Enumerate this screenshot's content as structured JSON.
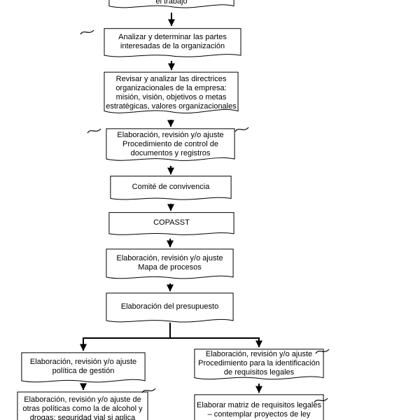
{
  "diagram": {
    "type": "flowchart",
    "stroke_color": "#000000",
    "fill_color": "#ffffff",
    "text_color": "#000000"
  },
  "nodes": {
    "trabajo": {
      "label": "el trabajo",
      "shape": "document"
    },
    "partes": {
      "label": "Analizar y determinar las partes\ninteresadas de la organización",
      "shape": "document"
    },
    "directrices": {
      "label": "Revisar y analizar las directrices\norganizacionales de la empresa:\nmisión, visión, objetivos o metas\nestratégicas, valores organizacionales",
      "shape": "document"
    },
    "control_documentos": {
      "label": "Elaboración, revisión y/o ajuste\nProcedimiento de control de\ndocumentos y registros",
      "shape": "document"
    },
    "comite": {
      "label": "Comité de convivencia",
      "shape": "document"
    },
    "copasst": {
      "label": "COPASST",
      "shape": "document"
    },
    "mapa": {
      "label": "Elaboración, revisión y/o ajuste\nMapa de procesos",
      "shape": "document"
    },
    "presupuesto": {
      "label": "Elaboración del presupuesto",
      "shape": "document"
    },
    "politica": {
      "label": "Elaboración, revisión y/o ajuste\npolítica de gestión",
      "shape": "document"
    },
    "requisitos": {
      "label": "Elaboración, revisión y/o ajuste\nProcedimiento para la identificación\nde requisitos legales",
      "shape": "document"
    },
    "otras_politicas": {
      "label": "Elaboración, revisión y/o ajuste de\notras políticas como la de alcohol y\ndrogas; seguridad vial si aplica",
      "shape": "document"
    },
    "matriz": {
      "label": "Elaborar matriz de requisitos legales\n– contemplar proyectos de ley",
      "shape": "document"
    }
  },
  "edges": [
    {
      "from": "trabajo",
      "to": "partes"
    },
    {
      "from": "partes",
      "to": "directrices"
    },
    {
      "from": "directrices",
      "to": "control_documentos"
    },
    {
      "from": "control_documentos",
      "to": "comite"
    },
    {
      "from": "comite",
      "to": "copasst"
    },
    {
      "from": "copasst",
      "to": "mapa"
    },
    {
      "from": "mapa",
      "to": "presupuesto"
    },
    {
      "from": "presupuesto",
      "to": "politica"
    },
    {
      "from": "presupuesto",
      "to": "requisitos"
    },
    {
      "from": "politica",
      "to": "otras_politicas"
    },
    {
      "from": "requisitos",
      "to": "matriz"
    }
  ]
}
